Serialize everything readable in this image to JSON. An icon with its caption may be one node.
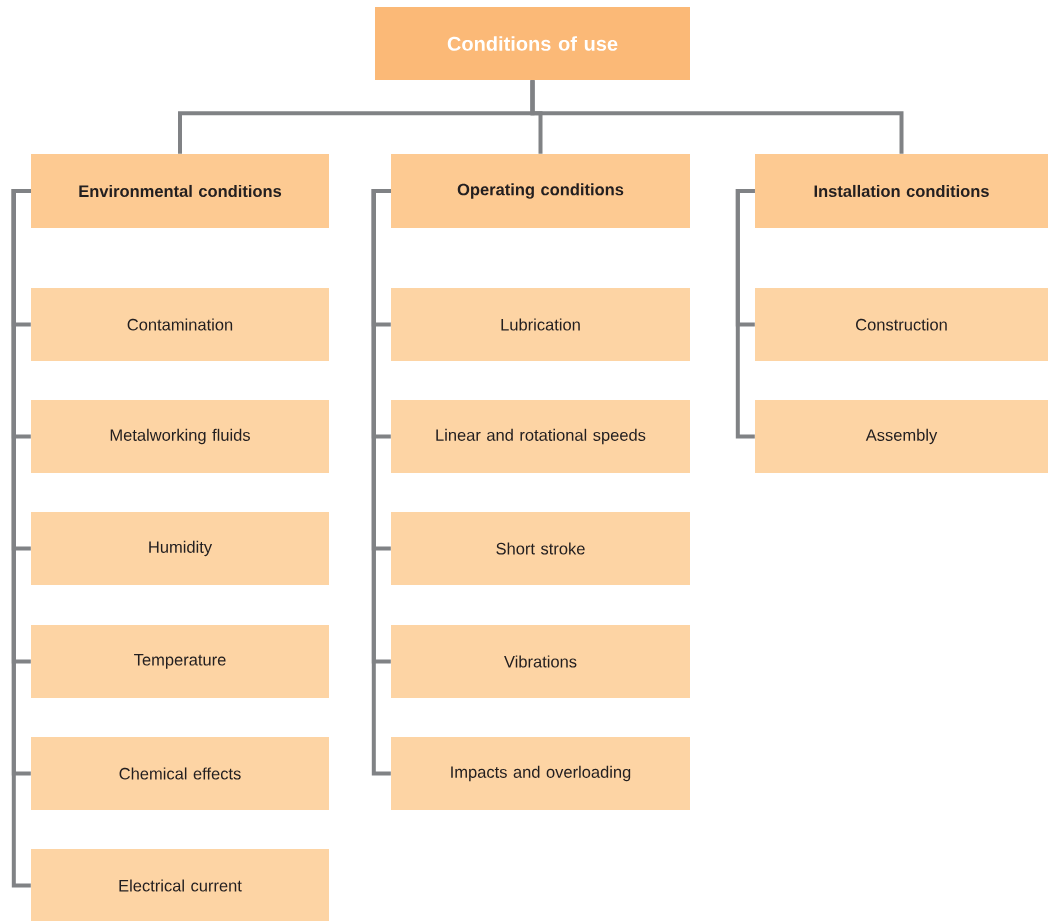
{
  "diagram": {
    "nodes": [
      {
        "text": [
          "Conditions of use"
        ]
      },
      {
        "text": [
          "Environmental conditions"
        ]
      },
      {
        "text": [
          "Operating conditions"
        ]
      },
      {
        "text": [
          "Installation conditions"
        ]
      },
      {
        "text": [
          "Contamination"
        ]
      },
      {
        "text": [
          "Metalworking fluids"
        ]
      },
      {
        "text": [
          "Humidity"
        ]
      },
      {
        "text": [
          "Temperature"
        ]
      },
      {
        "text": [
          "Chemical effects"
        ]
      },
      {
        "text": [
          "Electrical current"
        ]
      },
      {
        "text": [
          "Lubrication"
        ]
      },
      {
        "text": [
          "Linear and rotational speeds"
        ]
      },
      {
        "text": [
          "Short stroke"
        ]
      },
      {
        "text": [
          "Vibrations"
        ]
      },
      {
        "text": [
          "Impacts and overloading"
        ]
      },
      {
        "text": [
          "Construction"
        ]
      },
      {
        "text": [
          "Assembly"
        ]
      }
    ],
    "edges": [
      {
        "from": 0,
        "to": 1,
        "arrow": "none"
      },
      {
        "from": 0,
        "to": 2,
        "arrow": "none"
      },
      {
        "from": 0,
        "to": 3,
        "arrow": "none"
      },
      {
        "from": 1,
        "to": 4,
        "arrow": "none"
      },
      {
        "from": 1,
        "to": 5,
        "arrow": "none"
      },
      {
        "from": 1,
        "to": 6,
        "arrow": "none"
      },
      {
        "from": 1,
        "to": 7,
        "arrow": "none"
      },
      {
        "from": 1,
        "to": 8,
        "arrow": "none"
      },
      {
        "from": 1,
        "to": 9,
        "arrow": "none"
      },
      {
        "from": 2,
        "to": 10,
        "arrow": "none"
      },
      {
        "from": 2,
        "to": 11,
        "arrow": "none"
      },
      {
        "from": 2,
        "to": 12,
        "arrow": "none"
      },
      {
        "from": 2,
        "to": 13,
        "arrow": "none"
      },
      {
        "from": 2,
        "to": 14,
        "arrow": "none"
      },
      {
        "from": 3,
        "to": 15,
        "arrow": "none"
      },
      {
        "from": 3,
        "to": 16,
        "arrow": "none"
      }
    ]
  }
}
